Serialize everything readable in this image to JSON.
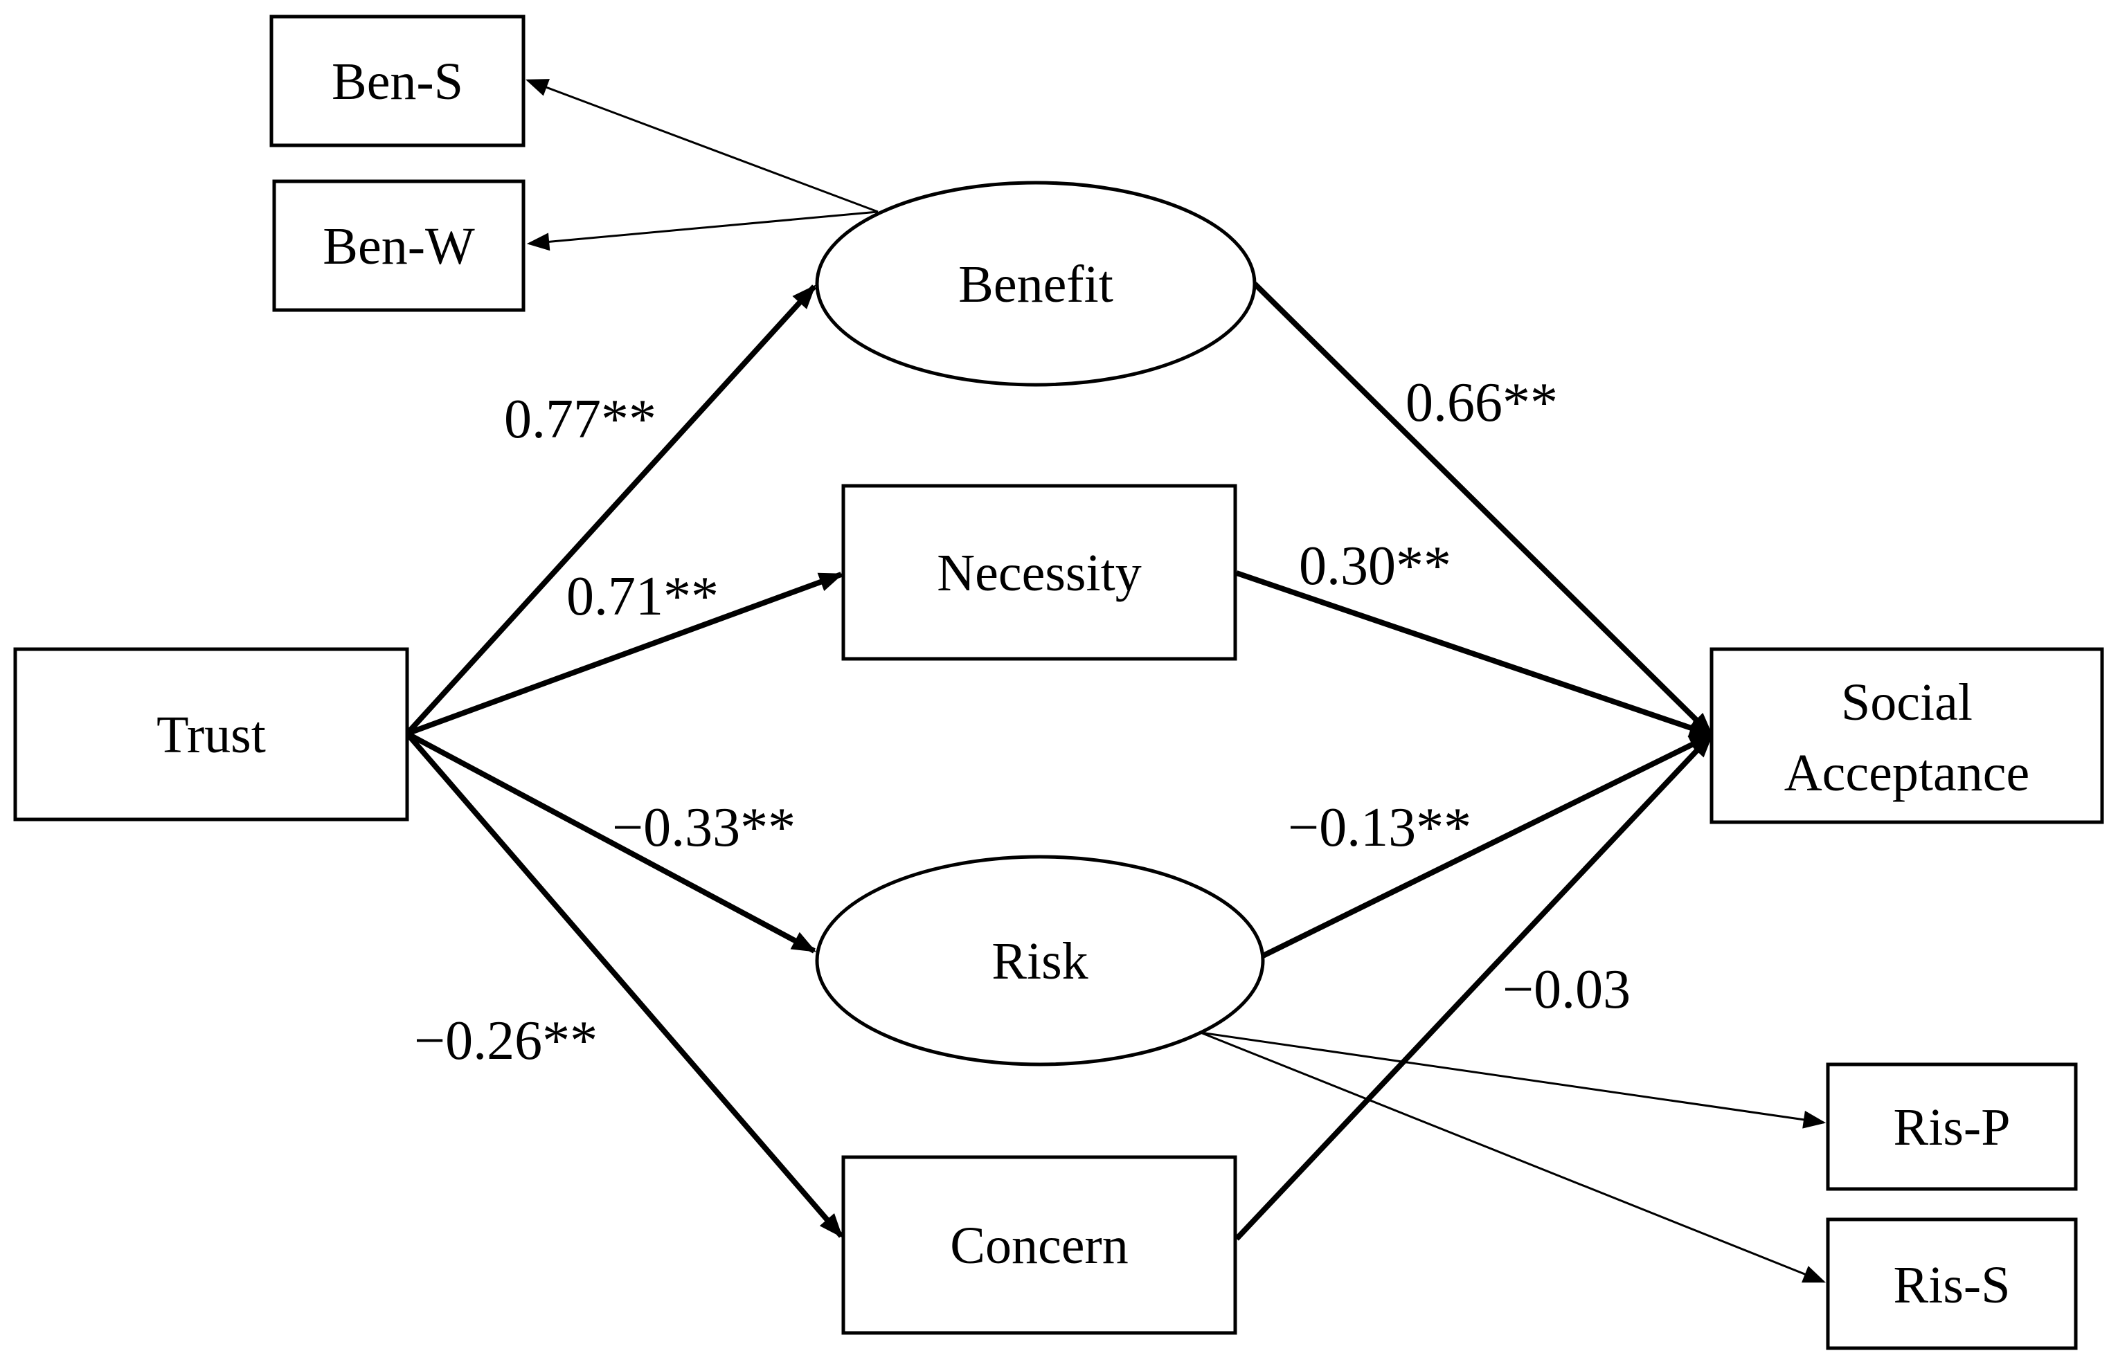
{
  "nodes": {
    "ben_s": "Ben-S",
    "ben_w": "Ben-W",
    "benefit": "Benefit",
    "necessity": "Necessity",
    "trust": "Trust",
    "social_acceptance_line1": "Social",
    "social_acceptance_line2": "Acceptance",
    "risk": "Risk",
    "concern": "Concern",
    "ris_p": "Ris-P",
    "ris_s": "Ris-S"
  },
  "paths": {
    "trust_benefit": "0.77**",
    "trust_necessity": "0.71**",
    "trust_risk": "−0.33**",
    "trust_concern": "−0.26**",
    "benefit_social": "0.66**",
    "necessity_social": "0.30**",
    "risk_social": "−0.13**",
    "concern_social": "−0.03"
  }
}
